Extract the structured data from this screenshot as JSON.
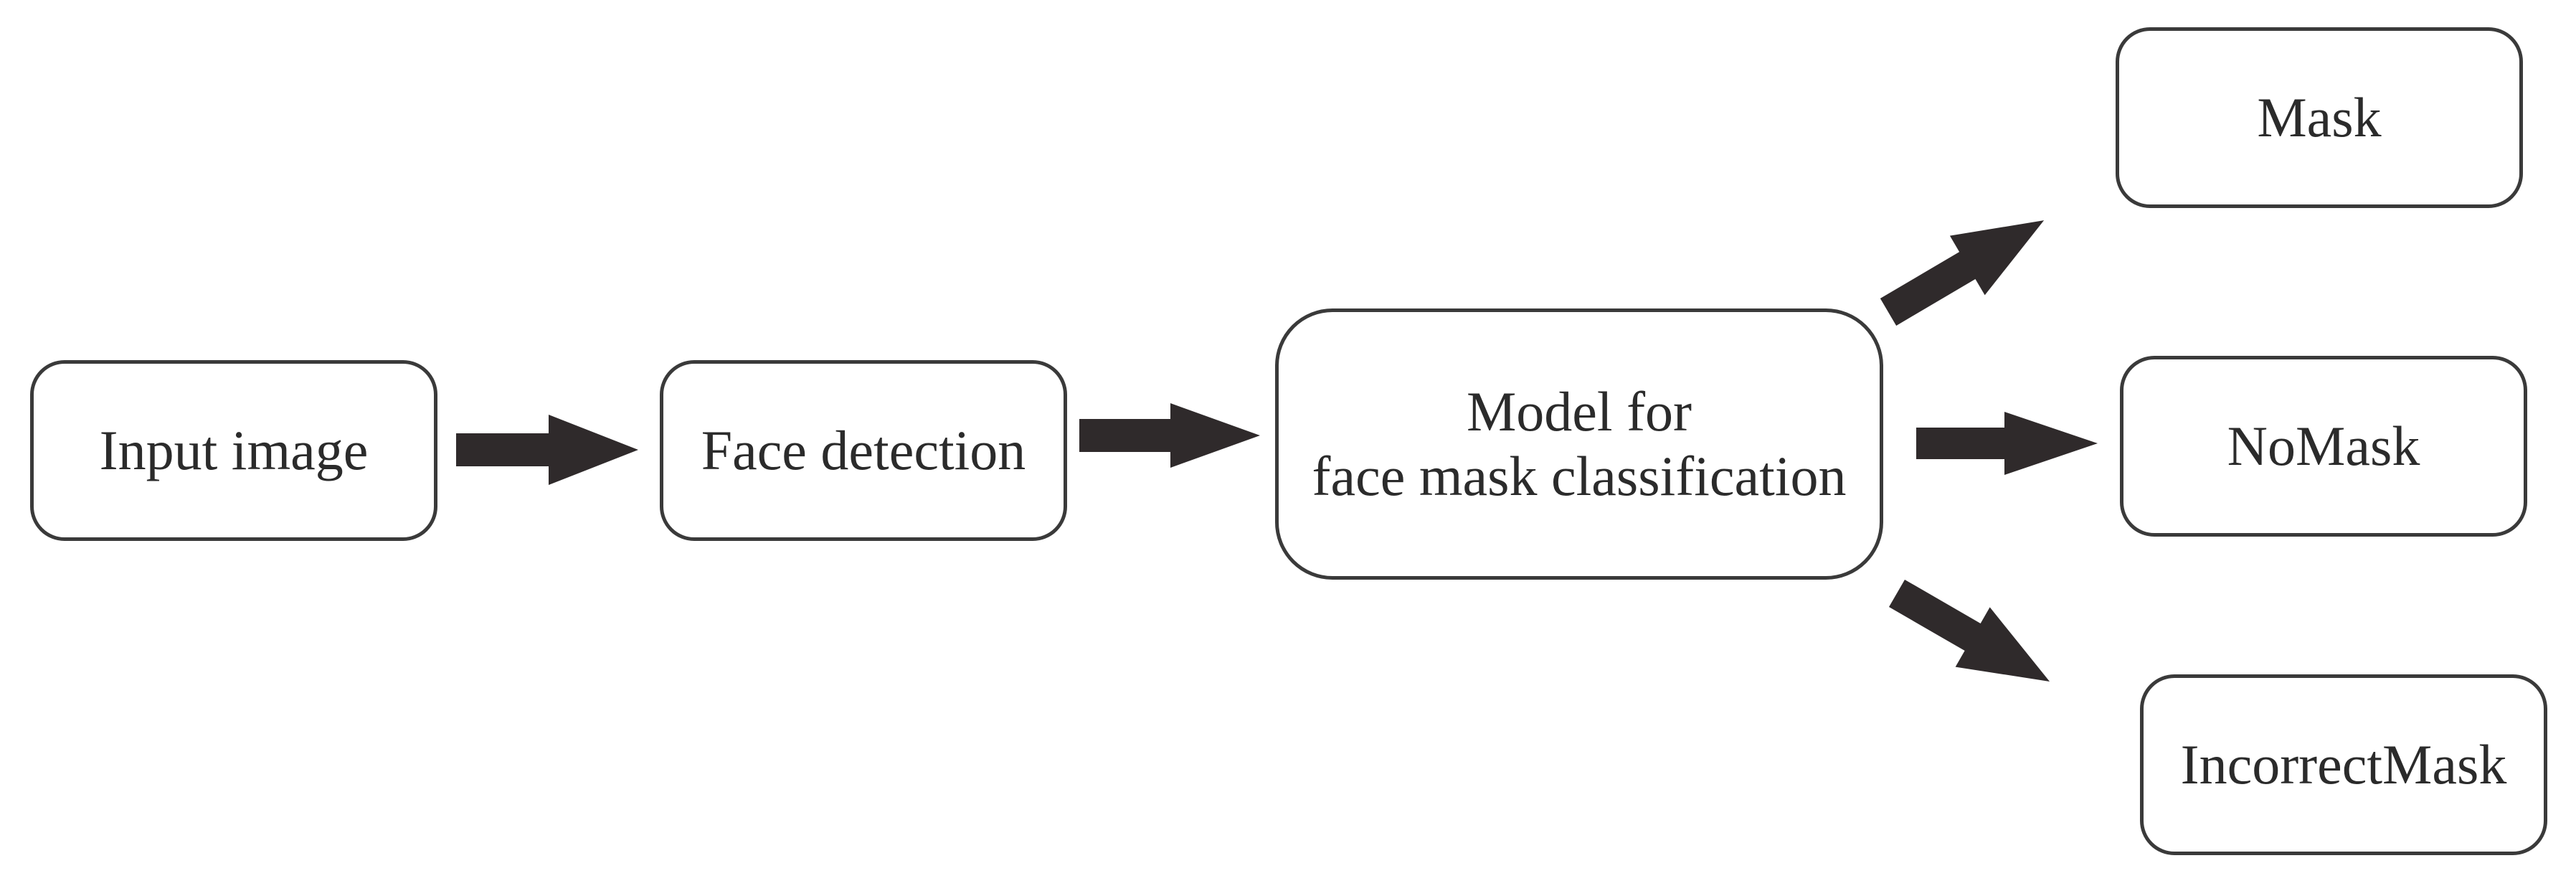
{
  "diagram": {
    "nodes": {
      "input": "Input image",
      "face_detection": "Face detection",
      "model_line1": "Model for",
      "model_line2": "face mask classification",
      "mask": "Mask",
      "nomask": "NoMask",
      "incorrect": "IncorrectMask"
    },
    "colors": {
      "arrow": "#2f2a2b",
      "border": "#3a3a3a",
      "text": "#2b2b2b"
    },
    "edges": [
      {
        "from": "Input image",
        "to": "Face detection"
      },
      {
        "from": "Face detection",
        "to": "Model for face mask classification"
      },
      {
        "from": "Model for face mask classification",
        "to": "Mask"
      },
      {
        "from": "Model for face mask classification",
        "to": "NoMask"
      },
      {
        "from": "Model for face mask classification",
        "to": "IncorrectMask"
      }
    ]
  }
}
